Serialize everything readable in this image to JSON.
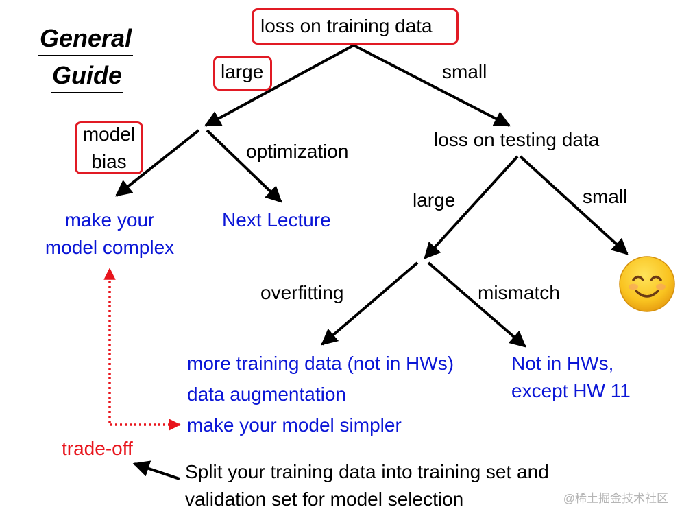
{
  "title": {
    "line1": "General",
    "line2": "Guide"
  },
  "root": {
    "label": "loss on training data"
  },
  "branch_training_large": "large",
  "branch_training_small": "small",
  "model_bias": {
    "line1": "model",
    "line2": "bias"
  },
  "optimization": "optimization",
  "make_complex": {
    "line1": "make your",
    "line2": "model complex"
  },
  "next_lecture": "Next Lecture",
  "testing_node": "loss on testing data",
  "branch_testing_large": "large",
  "branch_testing_small": "small",
  "overfitting": "overfitting",
  "mismatch": "mismatch",
  "overfit_solutions": {
    "line1": "more training data (not in HWs)",
    "line2": "data augmentation",
    "line3": "make your model simpler"
  },
  "mismatch_note": {
    "line1": "Not in HWs,",
    "line2": "except HW 11"
  },
  "tradeoff": "trade-off",
  "split_note": {
    "line1": "Split your training data into training set and",
    "line2": "validation set for model selection"
  },
  "watermark": "@稀土掘金技术社区",
  "colors": {
    "black": "#000000",
    "blue": "#0b16d6",
    "red": "#e8141c",
    "box": "#e11a24"
  },
  "icons": {
    "smiley": "smiling-face-emoji"
  }
}
